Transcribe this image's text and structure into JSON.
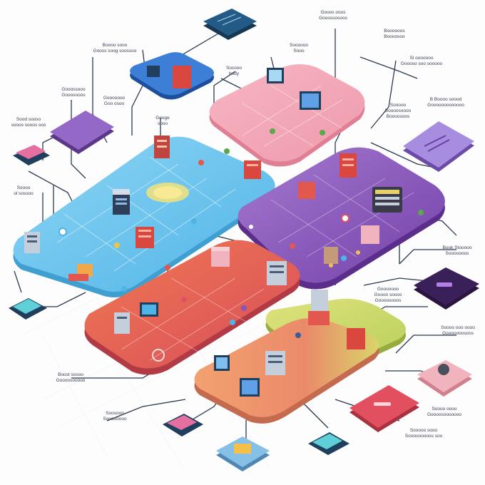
{
  "labels": [
    {
      "id": "top-right-cluster",
      "lines": [
        "Gooos ooos",
        "Gooossosoos"
      ]
    },
    {
      "id": "upper-left-cluster",
      "lines": [
        "Boooo sooo",
        "Gooss soog soossoo"
      ]
    },
    {
      "id": "left-cluster-1",
      "lines": [
        "Gooossooo",
        "Gooosooos"
      ]
    },
    {
      "id": "left-cluster-2",
      "lines": [
        "Gooooooo",
        "Goo osoo"
      ]
    },
    {
      "id": "left-cluster-3",
      "lines": [
        "Sood sooso",
        "sooos sooos soo"
      ]
    },
    {
      "id": "center-upper",
      "lines": [
        "Googe",
        "sooo"
      ]
    },
    {
      "id": "center-upper-2",
      "lines": [
        "Socooo",
        "body"
      ]
    },
    {
      "id": "top-mid",
      "lines": [
        "Soooooo",
        "Sooo"
      ]
    },
    {
      "id": "left-mid",
      "lines": [
        "Soooo",
        "ol sossoo"
      ]
    },
    {
      "id": "right-top",
      "lines": [
        "Boooooos",
        "Boooosoo"
      ]
    },
    {
      "id": "right-2",
      "lines": [
        "Sl ooooooo",
        "Goooso soo sooooo"
      ]
    },
    {
      "id": "right-3",
      "lines": [
        "B Boooo soood",
        "Gooooooosooooo"
      ]
    },
    {
      "id": "right-4",
      "lines": [
        "Sooooo",
        "Boooosoooo",
        "Boooosoos"
      ]
    },
    {
      "id": "right-5",
      "lines": [
        "Book Stooooo",
        "Sooooooos"
      ]
    },
    {
      "id": "right-6",
      "lines": [
        "Gooooooo",
        "Goooo sooos",
        "Goooosooos"
      ]
    },
    {
      "id": "right-7",
      "lines": [
        "Soooo ooo oooo",
        "Gooooooososs"
      ]
    },
    {
      "id": "bottom-left-1",
      "lines": [
        "Boost sosoo",
        "Goooosooooo"
      ]
    },
    {
      "id": "bottom-left-2",
      "lines": [
        "Soosooo",
        "Soooooooo"
      ]
    },
    {
      "id": "bottom-right-1",
      "lines": [
        "Soooo oooo",
        "Goooosooooooo"
      ]
    },
    {
      "id": "bottom-right-2",
      "lines": [
        "Sooooo sooo",
        "Sooooooooos soo"
      ]
    }
  ],
  "colors": {
    "blue_zone": "#6cc4ec",
    "purple_zone": "#8a55b8",
    "pink_zone": "#f4a5b4",
    "red_zone": "#e2584e",
    "orange_zone": "#ee8a58",
    "green_zone": "#cfd96a",
    "line": "#2b3a4e",
    "dark_tile": "#1f3f5c"
  }
}
